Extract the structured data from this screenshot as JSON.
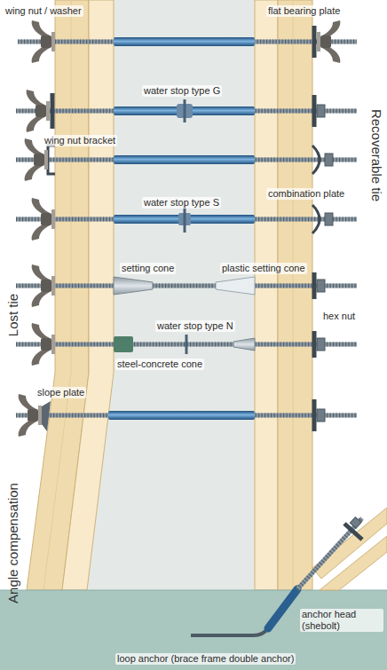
{
  "diagram": {
    "labels": [
      "wing nut / washer",
      "flat bearing plate",
      "water stop type G",
      "wing nut bracket",
      "Recoverable tie",
      "water stop type S",
      "combination plate",
      "setting cone",
      "plastic setting cone",
      "Lost tie",
      "hex nut",
      "water stop type N",
      "steel-concrete cone",
      "slope plate",
      "Angle compensation",
      "anchor head (shebolt)",
      "loop anchor (brace frame double anchor)"
    ]
  }
}
